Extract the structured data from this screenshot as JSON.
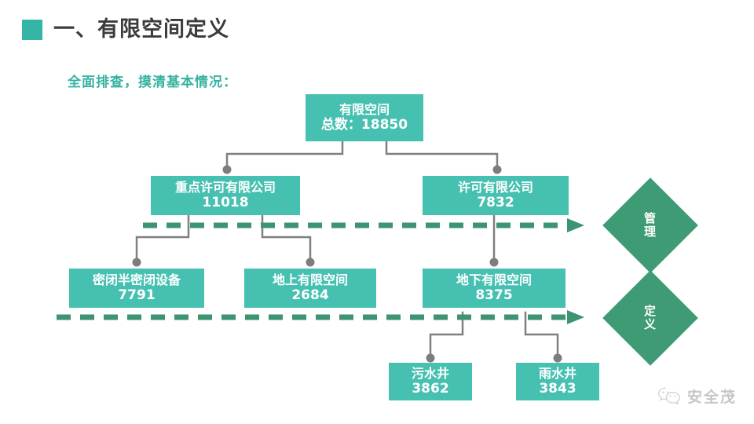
{
  "header": {
    "bullet_color": "#34b5a5",
    "title": "一、有限空间定义",
    "subtitle": "全面排查，摸清基本情况："
  },
  "theme": {
    "node_fill": "#46c1b1",
    "diamond_fill": "#3e9b75",
    "connector": "#808080",
    "dashed_arrow": "#3d9472",
    "text_on_fill": "#ffffff"
  },
  "chart_data": {
    "type": "diagram",
    "title": "有限空间定义",
    "nodes": [
      {
        "id": "root",
        "label": "有限空间",
        "value": "总数：18850",
        "level": 1
      },
      {
        "id": "key_perm",
        "label": "重点许可有限公司",
        "value": "11018",
        "level": 2
      },
      {
        "id": "perm",
        "label": "许可有限公司",
        "value": "7832",
        "level": 2
      },
      {
        "id": "sealed",
        "label": "密闭半密闭设备",
        "value": "7791",
        "level": 3
      },
      {
        "id": "aboveground",
        "label": "地上有限空间",
        "value": "2684",
        "level": 3
      },
      {
        "id": "underground",
        "label": "地下有限空间",
        "value": "8375",
        "level": 3
      },
      {
        "id": "sewage",
        "label": "污水井",
        "value": "3862",
        "level": 4
      },
      {
        "id": "rainwater",
        "label": "雨水井",
        "value": "3843",
        "level": 4
      }
    ],
    "edges": [
      {
        "from": "root",
        "to": "key_perm"
      },
      {
        "from": "root",
        "to": "perm"
      },
      {
        "from": "key_perm",
        "to": "sealed"
      },
      {
        "from": "key_perm",
        "to": "aboveground"
      },
      {
        "from": "perm",
        "to": "underground"
      },
      {
        "from": "underground",
        "to": "sewage"
      },
      {
        "from": "underground",
        "to": "rainwater"
      }
    ],
    "bands": [
      {
        "id": "band_manage",
        "label": "管理"
      },
      {
        "id": "band_define",
        "label": "定义"
      }
    ]
  },
  "nodes": {
    "root": {
      "label": "有限空间",
      "value": "总数：18850"
    },
    "key_perm": {
      "label": "重点许可有限公司",
      "value": "11018"
    },
    "perm": {
      "label": "许可有限公司",
      "value": "7832"
    },
    "sealed": {
      "label": "密闭半密闭设备",
      "value": "7791"
    },
    "aboveground": {
      "label": "地上有限空间",
      "value": "2684"
    },
    "underground": {
      "label": "地下有限空间",
      "value": "8375"
    },
    "sewage": {
      "label": "污水井",
      "value": "3862"
    },
    "rainwater": {
      "label": "雨水井",
      "value": "3843"
    }
  },
  "diamonds": {
    "manage": {
      "char1": "管",
      "char2": "理"
    },
    "define": {
      "char1": "定",
      "char2": "义"
    }
  },
  "watermark": {
    "text": "安全茂",
    "icon": "wechat-icon"
  }
}
